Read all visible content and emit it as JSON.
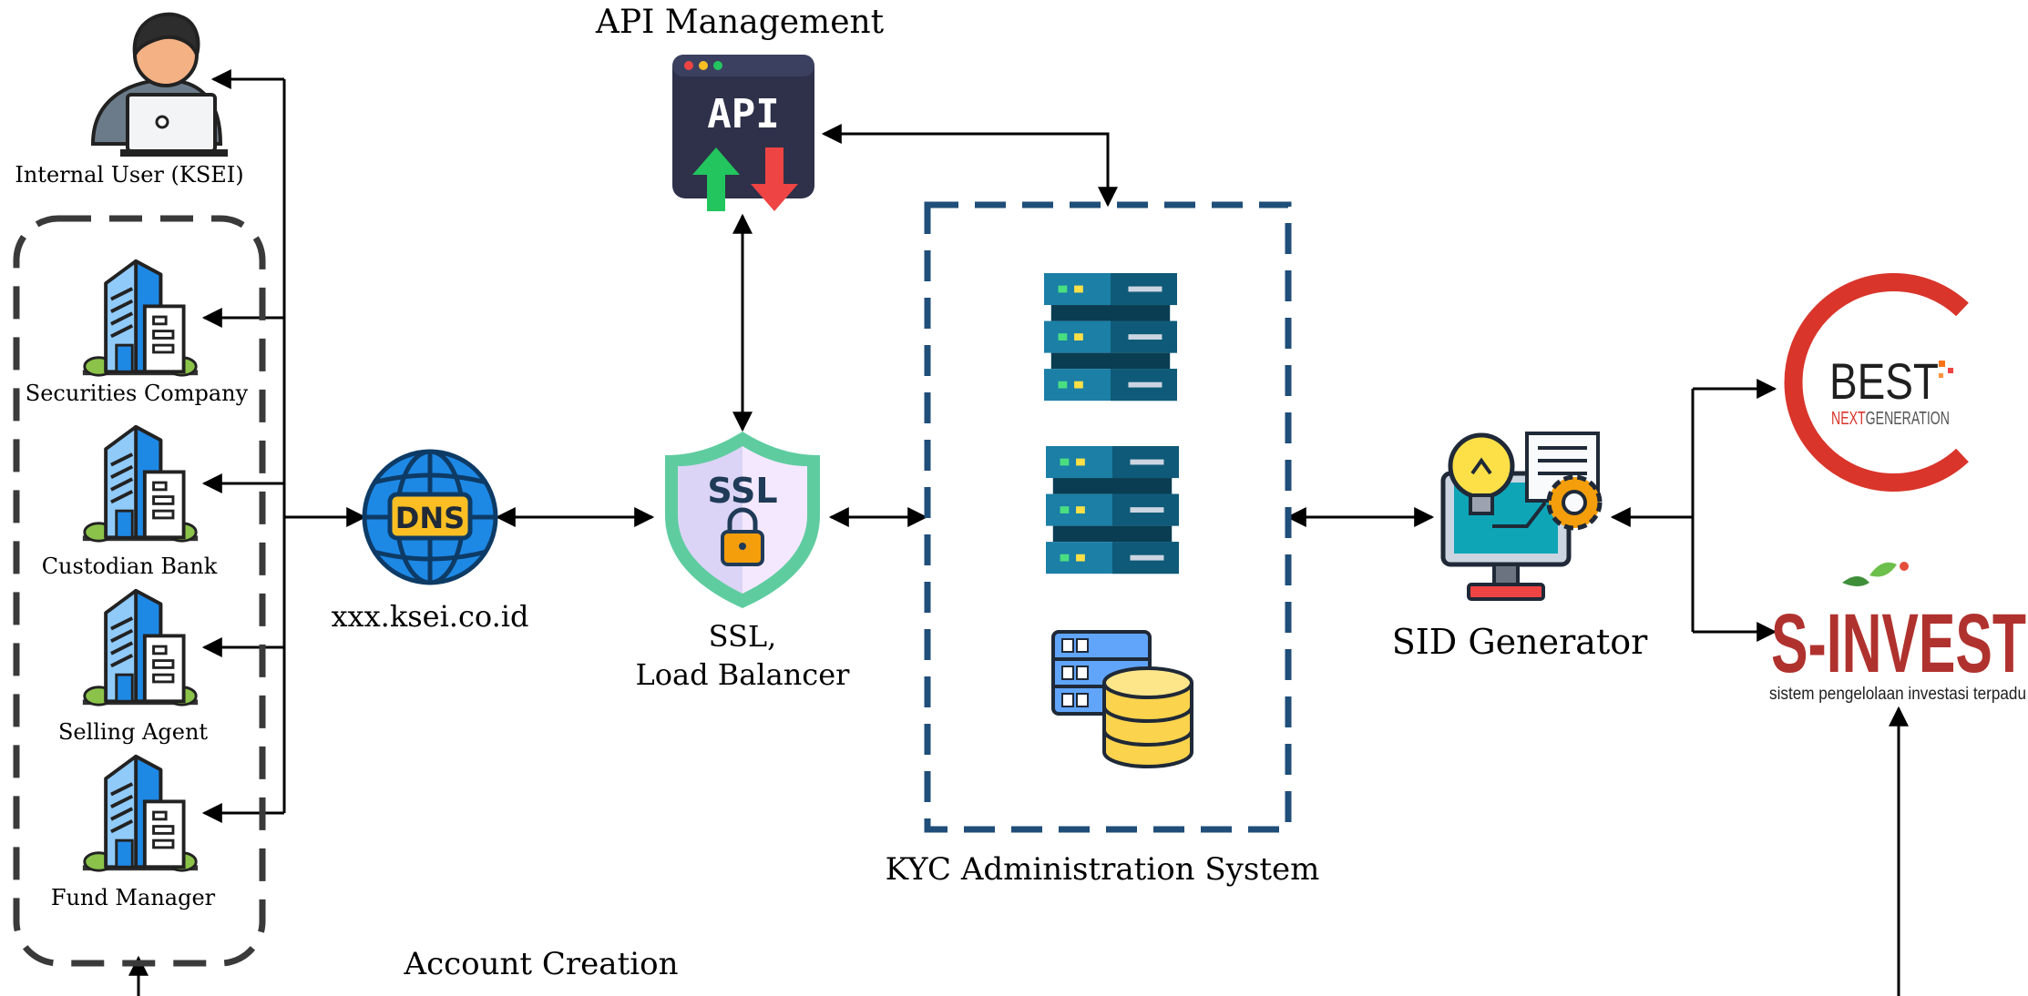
{
  "labels": {
    "api_management": "API Management",
    "internal_user": "Internal User (KSEI)",
    "securities_company": "Securities Company",
    "custodian_bank": "Custodian Bank",
    "selling_agent": "Selling Agent",
    "fund_manager": "Fund Manager",
    "dns_host": "xxx.ksei.co.id",
    "ssl_line1": "SSL,",
    "ssl_line2": "Load Balancer",
    "kyc": "KYC Administration System",
    "sid_generator": "SID Generator",
    "account_creation": "Account Creation"
  },
  "icons": {
    "api": "API",
    "dns": "DNS",
    "ssl": "SSL"
  },
  "logos": {
    "best_main": "BEST",
    "best_sub_next": "NEXT",
    "best_sub_generation": "GENERATION",
    "sinvest_main": "S-INVEST",
    "sinvest_tagline": "sistem pengelolaan investasi terpadu"
  },
  "colors": {
    "kyc_border": "#1f4e79",
    "group_border": "#3a3a3a",
    "api_up": "#22c55e",
    "api_down": "#ef4444",
    "dns_globe": "#1e88e5",
    "dns_badge": "#fbbf24",
    "ssl_shield": "#5fcca0",
    "server": "#1b6f8f",
    "database": "#fcd34d",
    "best_red": "#d9352b",
    "sinvest_red": "#b0322e"
  }
}
